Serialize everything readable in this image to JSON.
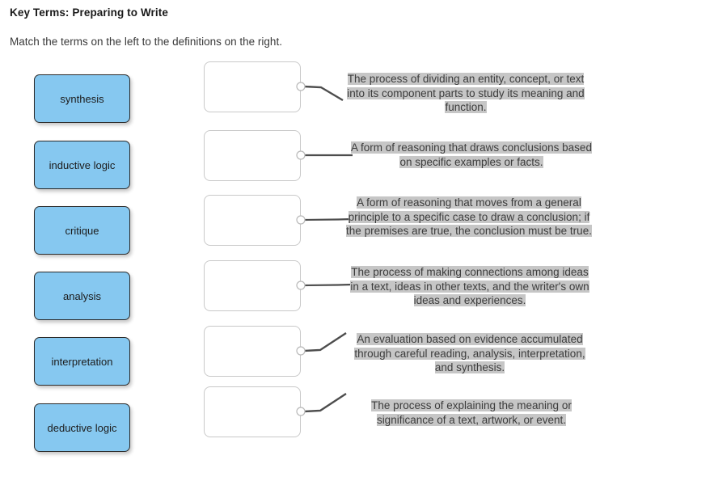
{
  "page": {
    "title": "Key Terms: Preparing to Write",
    "instruction": "Match the terms on the left to the definitions on the right."
  },
  "colors": {
    "term_fill": "#86c8f0",
    "term_border": "#2b2b2b",
    "drop_border": "#c9c9c9",
    "connector": "#4d4d4d",
    "highlight": "#c6c6c6",
    "text": "#3c3c3c",
    "background": "#ffffff"
  },
  "terms": [
    {
      "label": "synthesis"
    },
    {
      "label": "inductive logic"
    },
    {
      "label": "critique"
    },
    {
      "label": "analysis"
    },
    {
      "label": "interpretation"
    },
    {
      "label": "deductive logic"
    }
  ],
  "drop_boxes": [
    {
      "value": ""
    },
    {
      "value": ""
    },
    {
      "value": ""
    },
    {
      "value": ""
    },
    {
      "value": ""
    },
    {
      "value": ""
    }
  ],
  "definitions": [
    {
      "text": "The process of dividing an entity, concept, or text into its component parts to study its meaning and function."
    },
    {
      "text": "A form of reasoning that draws conclusions based on specific examples or facts."
    },
    {
      "text": "A form of reasoning that moves from a general principle to a specific case to draw a conclusion; if the premises are true, the conclusion must be true."
    },
    {
      "text": "The process of making connections among ideas in a text, ideas in other texts, and the writer's own ideas and experiences."
    },
    {
      "text": "An evaluation based on evidence accumulated through careful reading, analysis, interpretation, and synthesis."
    },
    {
      "text": "The process of explaining the meaning or significance of a text, artwork, or event."
    }
  ]
}
